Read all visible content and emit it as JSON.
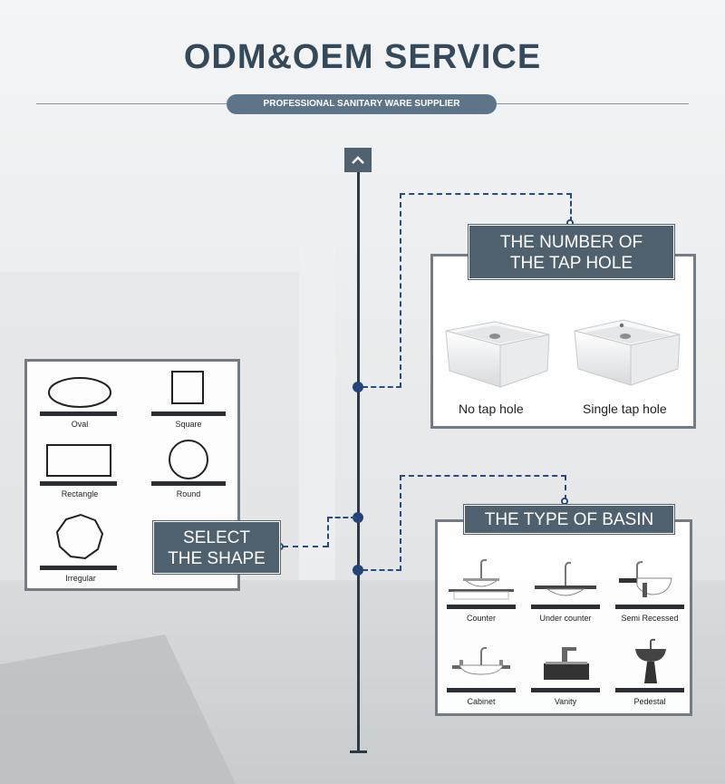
{
  "header": {
    "title": "ODM&OEM SERVICE",
    "subtitle": "PROFESSIONAL SANITARY WARE SUPPLIER"
  },
  "timeline": {
    "top_button_icon": "chevron-up-icon"
  },
  "shape_section": {
    "label_line1": "SELECT",
    "label_line2": "THE SHAPE",
    "shapes": [
      {
        "name": "Oval",
        "icon": "oval-icon"
      },
      {
        "name": "Square",
        "icon": "square-icon"
      },
      {
        "name": "Rectangle",
        "icon": "rectangle-icon"
      },
      {
        "name": "Round",
        "icon": "round-icon"
      },
      {
        "name": "Irregular",
        "icon": "octagon-icon"
      }
    ]
  },
  "tap_section": {
    "label_line1": "THE NUMBER OF",
    "label_line2": "THE TAP HOLE",
    "options": [
      {
        "name": "No tap hole"
      },
      {
        "name": "Single tap hole"
      }
    ]
  },
  "basin_section": {
    "label": "THE TYPE OF BASIN",
    "types": [
      {
        "name": "Counter"
      },
      {
        "name": "Under counter"
      },
      {
        "name": "Semi Recessed"
      },
      {
        "name": "Cabinet"
      },
      {
        "name": "Vanity"
      },
      {
        "name": "Pedestal"
      }
    ]
  },
  "colors": {
    "title": "#34495a",
    "label_bg": "#4f606f",
    "connector": "#2a4a82",
    "panel_border": "#747b82"
  }
}
